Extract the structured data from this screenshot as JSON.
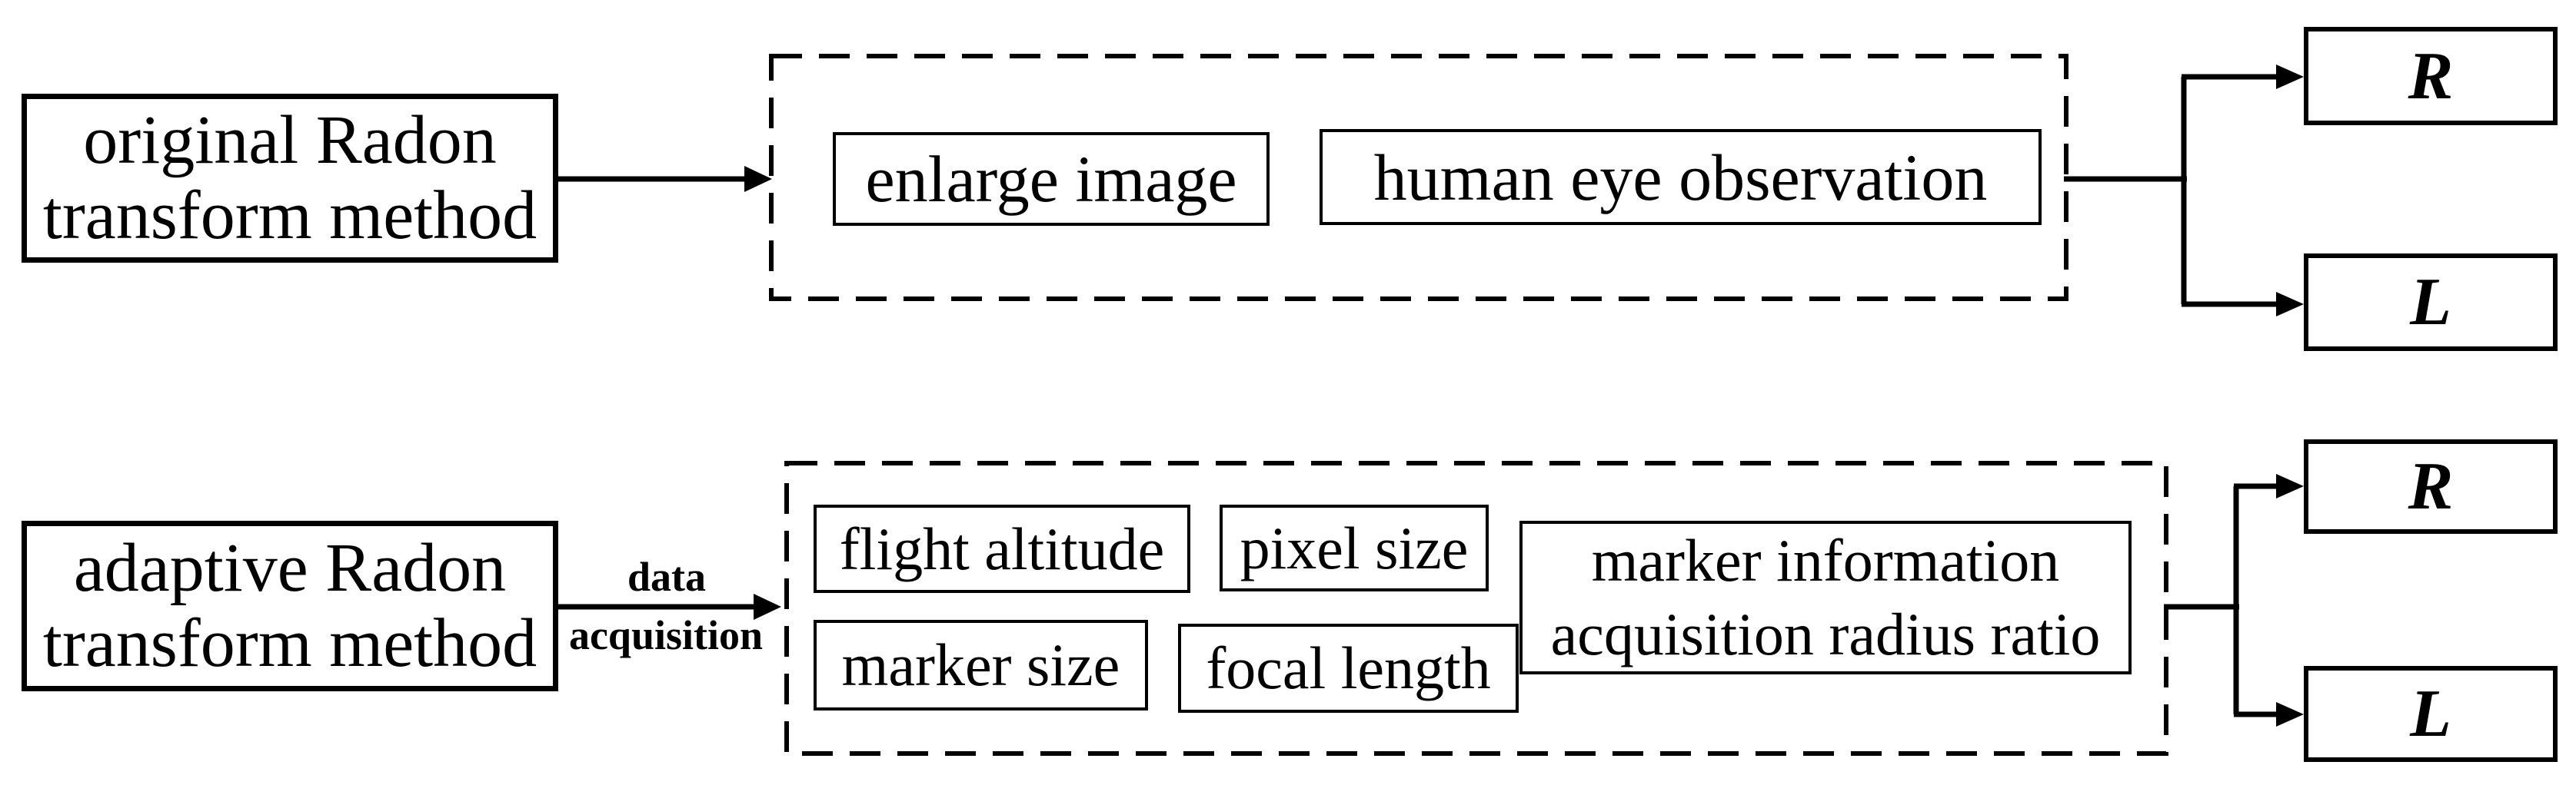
{
  "colors": {
    "ink": "#000000",
    "paper": "#ffffff"
  },
  "top_row": {
    "method_label": "original Radon\ntransform method",
    "group_items": [
      "enlarge image",
      "human eye observation"
    ],
    "output_r": "R",
    "output_l": "L"
  },
  "bottom_row": {
    "method_label": "adaptive Radon\ntransform method",
    "arrow_label_top": "data",
    "arrow_label_bottom": "acquisition",
    "group_items": [
      "flight altitude",
      "pixel size",
      "marker size",
      "focal length",
      "marker information\nacquisition radius ratio"
    ],
    "output_r": "R",
    "output_l": "L"
  }
}
